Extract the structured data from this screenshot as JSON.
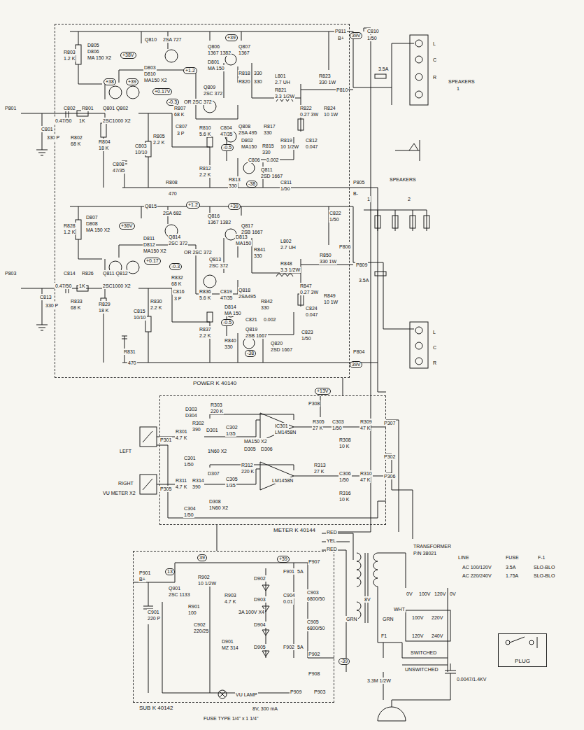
{
  "diagram": {
    "nodes": [
      {
        "text": [
          "POWER K 40140"
        ]
      },
      {
        "text": [
          "METER K 40144"
        ]
      },
      {
        "text": [
          "SUB K 40142"
        ]
      },
      {
        "text": [
          "PLUG"
        ]
      }
    ],
    "edges": [
      {
        "from": 0,
        "to": 1,
        "arrow": "none"
      },
      {
        "from": 2,
        "to": 1,
        "arrow": "none"
      }
    ],
    "labels": [
      "P811",
      "B+",
      "39V",
      "C810",
      "1/50",
      "R803",
      "1.2 K",
      "D805",
      "D806",
      "MA 150 X2",
      "+38V",
      "Q810",
      "2SA 727",
      "Q806",
      "1367 1382",
      "Q807",
      "1367",
      "+39",
      "D801",
      "MA 150",
      "R818",
      "330",
      "R820",
      "330",
      "L801",
      "2.7 UH",
      "R821",
      "3.3 1/2W",
      "R823",
      "330 1W",
      "P810",
      "D803",
      "D810",
      "MA150 X2",
      "+0.17V",
      "+1.2",
      "Q809",
      "2SC 372",
      "OR 2SC 372",
      "-0.3",
      "+38",
      "+39",
      "P801",
      "C802",
      "R801",
      "0.47/50",
      "1K",
      "Q801 Q802",
      "2SC1000 X2",
      "R807",
      "68 K",
      "C807",
      "3 P",
      "C801",
      "330 P",
      "R802",
      "68 K",
      "R804",
      "18 K",
      "C803",
      "10/10",
      "R805",
      "2.2 K",
      "R810",
      "5.6 K",
      "C804",
      "47/35",
      "R812",
      "2.2 K",
      "Q808",
      "2SA 495",
      "D802",
      "MA150",
      "R817",
      "330",
      "R815",
      "330",
      "R819",
      "10 1/2W",
      "R822",
      "0.27 3W",
      "R824",
      "10 1W",
      "C812",
      "0.047",
      "C806",
      "0.002",
      "Q811",
      "2SD 1667",
      "-0.5",
      "-38",
      "R813",
      "330",
      "C811",
      "1/50",
      "C808",
      "47/35",
      "R808",
      "470",
      "P805",
      "B-",
      "R828",
      "1.2 K",
      "D807",
      "D808",
      "MA 150 X2",
      "+36V",
      "Q815",
      "2SA 682",
      "Q816",
      "1367 1382",
      "+39",
      "Q817",
      "2SB 1667",
      "+1.2",
      "C822",
      "1/50",
      "D811",
      "D812",
      "MA150 X2",
      "Q814",
      "2SC 372",
      "+0.17",
      "-0.3",
      "Q813",
      "2SC 372",
      "OR 2SC 372",
      "D813",
      "MA150",
      "R841",
      "330",
      "L802",
      "2.7 UH",
      "R850",
      "330 1W",
      "P806",
      "R848",
      "3.3 1/2W",
      "P809",
      "3.5A",
      "P803",
      "C814",
      "R826",
      "0.47/50",
      "1K",
      "Q811 Q812",
      "2SC1000 X2",
      "R832",
      "68 K",
      "C816",
      "3 P",
      "C813",
      "330 P",
      "R833",
      "68 K",
      "R829",
      "18 K",
      "C815",
      "10/10",
      "R830",
      "2.2 K",
      "R836",
      "5.6 K",
      "C819",
      "47/35",
      "R837",
      "2.2 K",
      "Q818",
      "2SA495",
      "D814",
      "MA 150",
      "R842",
      "330",
      "R847",
      "0.27 3W",
      "R849",
      "10 1W",
      "C824",
      "0.047",
      "C821",
      "0.002",
      "-0.5",
      "Q819",
      "2SB 1667",
      "Q820",
      "2SD 1667",
      "R840",
      "330",
      "C823",
      "1/50",
      "-38",
      "R831",
      "470",
      "P804",
      "39V",
      "SPEAKERS",
      "1",
      "L",
      "C",
      "R",
      "SPEAKERS",
      "1",
      "2",
      "L",
      "C",
      "R",
      "3.5A",
      "+13V",
      "P308",
      "R303",
      "220 K",
      "D303",
      "D304",
      "D301",
      "C302",
      "1/35",
      "MA150 X2",
      "D305",
      "D306",
      "1N60 X2",
      "C301",
      "1/50",
      "LEFT",
      "P301",
      "R301",
      "4.7 K",
      "R302",
      "390",
      "IC301",
      "LM1458N",
      "R305",
      "27 K",
      "C303",
      "1/50",
      "R309",
      "47 K",
      "R308",
      "10 K",
      "P307",
      "R312",
      "220 K",
      "LM1458N",
      "R313",
      "27 K",
      "C306",
      "1/50",
      "R310",
      "47 K",
      "R316",
      "10 K",
      "P302",
      "P306",
      "RIGHT",
      "VU METER X2",
      "P305",
      "R311",
      "4.7 K",
      "R314",
      "390",
      "D307",
      "C305",
      "1/35",
      "C304",
      "1/50",
      "D308",
      "1N60 X2",
      "P901",
      "B+",
      "13",
      "Q901",
      "2SC 1133",
      "39",
      "R902",
      "10 1/2W",
      "+39",
      "P907",
      "D902",
      "D903",
      "3A 100V X4",
      "D904",
      "D905",
      "F901",
      "5A",
      "C904",
      "0.01",
      "C903",
      "6800/50",
      "C905",
      "6800/50",
      "F902",
      "5A",
      "P902",
      "-39",
      "P908",
      "P909",
      "P903",
      "R901",
      "100",
      "R903",
      "4.7 K",
      "C902",
      "220/25",
      "D901",
      "MZ 314",
      "C901",
      "220 P",
      "VU LAMP",
      "8V, 300 mA",
      "FUSE TYPE 1/4\" x 1 1/4\"",
      "RED",
      "YEL",
      "RED",
      "TRANSFORMER",
      "P/N 38021",
      "GRN",
      "GRN",
      "8V",
      "WHT",
      "0V",
      "100V",
      "120V",
      "0V",
      "100V",
      "220V",
      "120V",
      "240V",
      "SWITCHED",
      "UNSWITCHED",
      "F1",
      "3.3M 1/2W",
      "0.0047/1.4KV",
      "LINE",
      "FUSE",
      "F-1",
      "AC 100/120V",
      "3.5A",
      "SLO-BLO",
      "AC 220/240V",
      "1.75A",
      "SLO-BLO"
    ]
  }
}
